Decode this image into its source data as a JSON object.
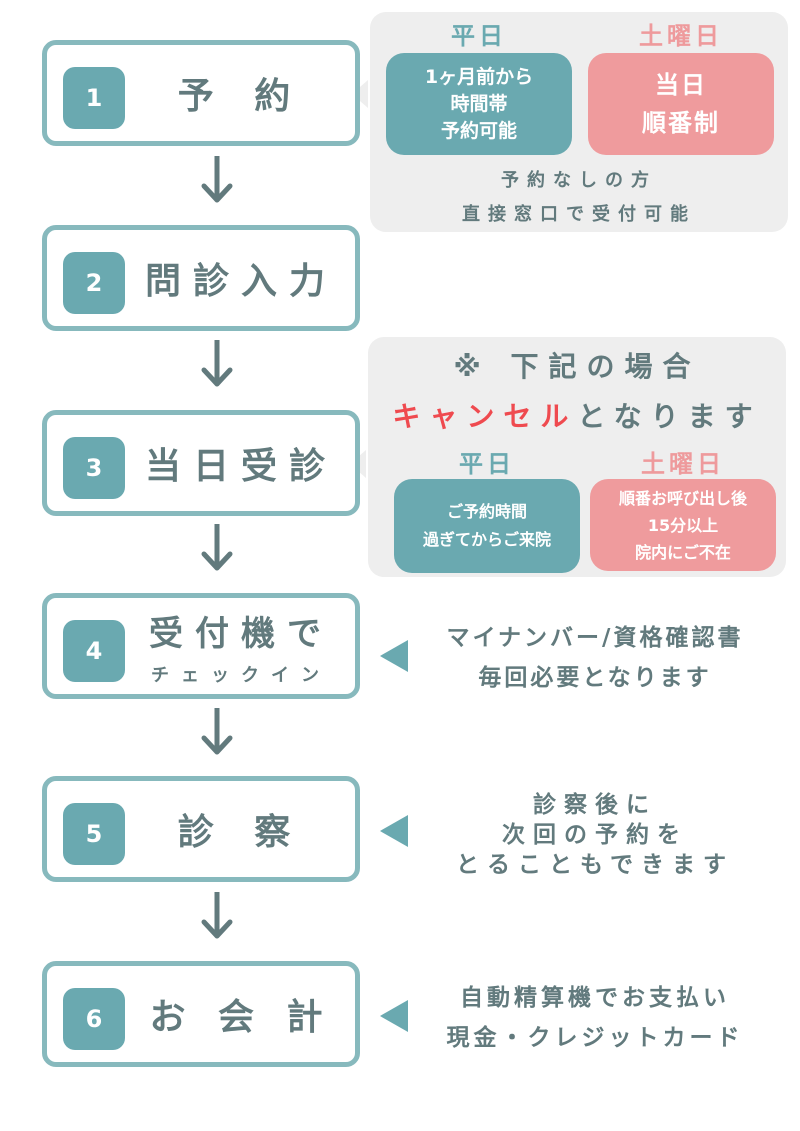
{
  "steps": [
    {
      "number": "1",
      "label": "予 約"
    },
    {
      "number": "2",
      "label": "問診入力"
    },
    {
      "number": "3",
      "label": "当日受診"
    },
    {
      "number": "4",
      "label_line1": "受付機で",
      "label_line2": "チェックイン"
    },
    {
      "number": "5",
      "label": "診 察"
    },
    {
      "number": "6",
      "label": "お 会 計"
    }
  ],
  "reservation_panel": {
    "weekday_header": "平日",
    "saturday_header": "土曜日",
    "weekday_box": [
      "1ヶ月前から",
      "時間帯",
      "予約可能"
    ],
    "saturday_box": [
      "当日",
      "順番制"
    ],
    "footer": [
      "予約なしの方",
      "直接窓口で受付可能"
    ]
  },
  "cancel_panel": {
    "title": "※ 下記の場合",
    "cancel_word": "キャンセル",
    "cancel_rest": "となります",
    "weekday_header": "平日",
    "saturday_header": "土曜日",
    "weekday_box": [
      "ご予約時間",
      "過ぎてからご来院"
    ],
    "saturday_box": [
      "順番お呼び出し後",
      "15分以上",
      "院内にご不在"
    ]
  },
  "notes": {
    "checkin": [
      "マイナンバー/資格確認書",
      "毎回必要となります"
    ],
    "exam": [
      "診察後に",
      "次回の予約を",
      "とることもできます"
    ],
    "payment": [
      "自動精算機でお支払い",
      "現金・クレジットカード"
    ]
  },
  "colors": {
    "teal": "#6aa9b0",
    "border_teal": "#87b9bd",
    "pink": "#ef9b9d",
    "red": "#ef4a4f",
    "text_gray": "#627a7d",
    "panel_bg": "#eeeeee"
  }
}
